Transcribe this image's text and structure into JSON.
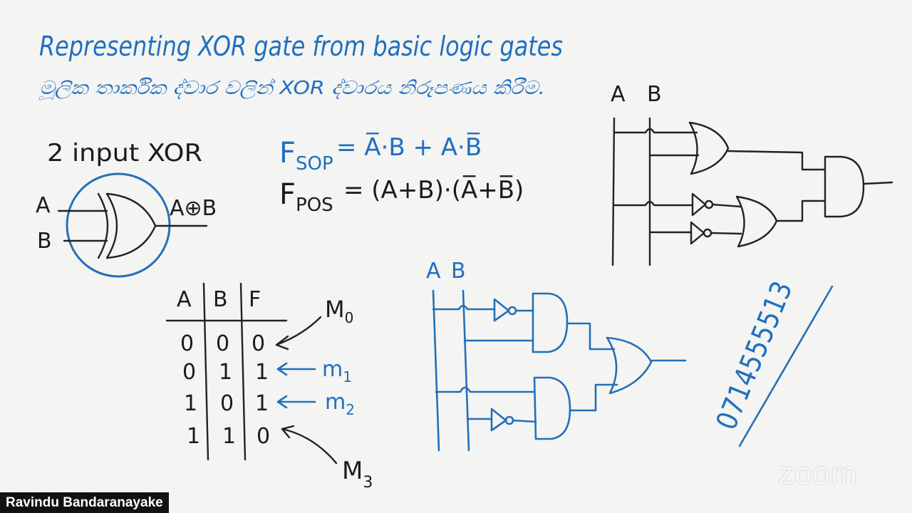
{
  "header": {
    "title": "Representing XOR gate from basic logic gates",
    "subtitle": "මූලික තාර්කික ද්වාර වලින් XOR ද්වාරය නිරූපණය කිරීම."
  },
  "xor_symbol": {
    "caption": "2 input XOR",
    "input_a": "A",
    "input_b": "B",
    "output": "A⊕B"
  },
  "equations": {
    "sop_label": "F",
    "sop_sub": "SOP",
    "sop_rhs": "= A̅·B + A·B̅",
    "pos_label": "F",
    "pos_sub": "POS",
    "pos_rhs": "= (A+B)·(A̅+B̅)"
  },
  "truth_table": {
    "headers": [
      "A",
      "B",
      "F"
    ],
    "rows": [
      [
        "0",
        "0",
        "0"
      ],
      [
        "0",
        "1",
        "1"
      ],
      [
        "1",
        "0",
        "1"
      ],
      [
        "1",
        "1",
        "0"
      ]
    ],
    "annotations": [
      {
        "label": "M",
        "sub": "0"
      },
      {
        "label": "m",
        "sub": "1"
      },
      {
        "label": "m",
        "sub": "2"
      },
      {
        "label": "M",
        "sub": "3"
      }
    ]
  },
  "circuit_pos": {
    "label_a": "A",
    "label_b": "B"
  },
  "circuit_sop": {
    "label_a": "A",
    "label_b": "B"
  },
  "phone": "0714555513",
  "participant_name": "Ravindu Bandaranayake",
  "watermark": "zoom",
  "colors": {
    "ink_blue": "#1f6fc0",
    "ink_black": "#1b1b1b",
    "board": "#f4f4f2"
  }
}
